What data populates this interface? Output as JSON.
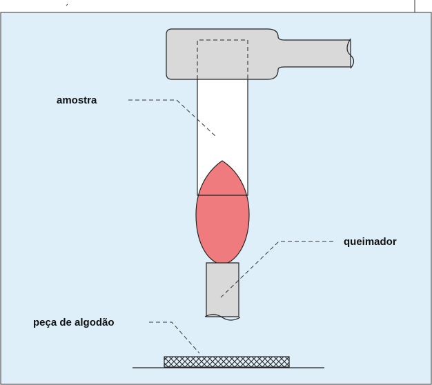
{
  "labels": {
    "sample": "amostra",
    "burner": "queimador",
    "cotton": "peça de algodão"
  },
  "colors": {
    "background": "#dfeffa",
    "holder_fill": "#d9d9d9",
    "sample_fill": "#ffffff",
    "flame_fill": "#ef7b7f",
    "burner_fill": "#d9d9d9",
    "cotton_fill": "#ffffff",
    "stroke": "#222222"
  }
}
